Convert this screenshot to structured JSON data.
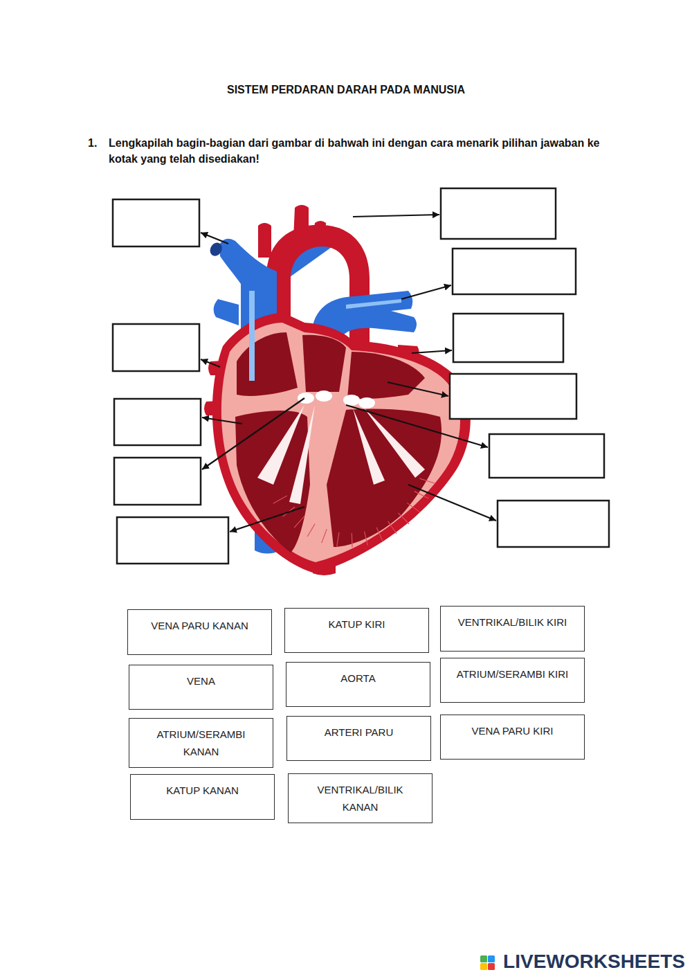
{
  "diagram": {
    "title": "SISTEM PERDARAN DARAH PADA MANUSIA",
    "nodes": [
      {
        "text": [
          "VENA PARU KANAN"
        ]
      },
      {
        "text": [
          "KATUP KIRI"
        ]
      },
      {
        "text": [
          "VENTRIKAL/BILIK KIRI"
        ]
      },
      {
        "text": [
          "VENA"
        ]
      },
      {
        "text": [
          "AORTA"
        ]
      },
      {
        "text": [
          "ATRIUM/SERAMBI KIRI"
        ]
      },
      {
        "text": [
          "ATRIUM/SERAMBI KANAN"
        ]
      },
      {
        "text": [
          "ARTERI PARU"
        ]
      },
      {
        "text": [
          "VENA PARU KIRI"
        ]
      },
      {
        "text": [
          "KATUP KANAN"
        ]
      },
      {
        "text": [
          "VENTRIKAL/BILIK KANAN"
        ]
      }
    ],
    "labels": [
      "1.",
      "Lengkapilah bagin-bagian dari gambar di bahwah ini dengan cara menarik pilihan jawaban ke kotak yang telah disediakan!",
      "LIVEWORKSHEETS"
    ]
  }
}
